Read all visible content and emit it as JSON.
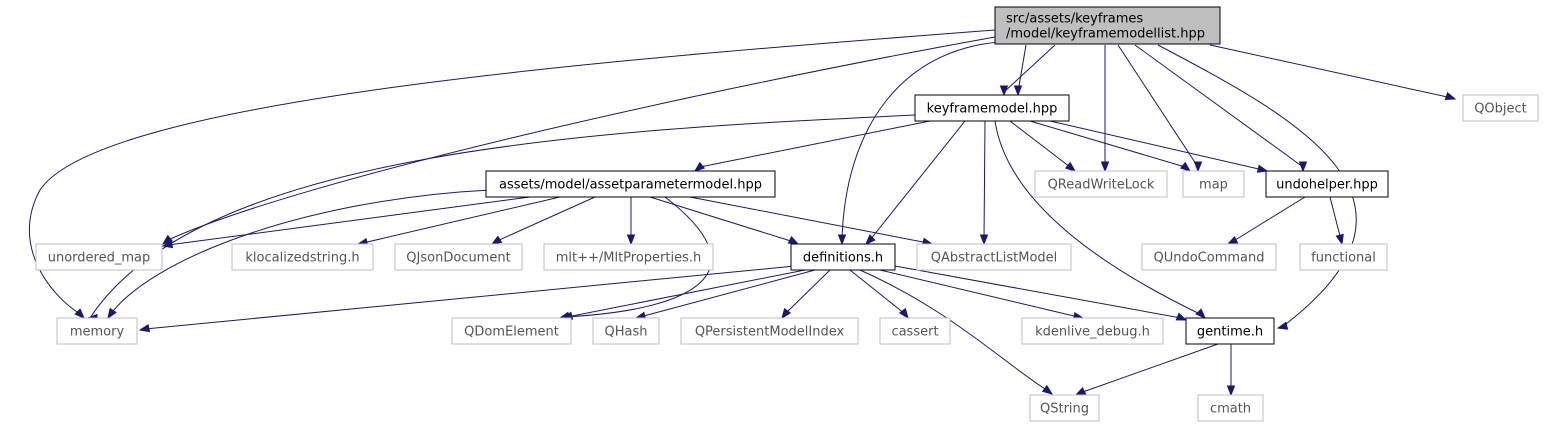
{
  "colors": {
    "edge": "#191970",
    "internal_border": "#000000",
    "external_border": "#bfbfbf",
    "root_fill": "#bfbfbf",
    "external_text": "#555555"
  },
  "nodes": {
    "root": "src/assets/keyframes\n/model/keyframemodellist.hpp",
    "keyframemodel": "keyframemodel.hpp",
    "qobject": "QObject",
    "assetparametermodel": "assets/model/assetparametermodel.hpp",
    "qreadwritelock": "QReadWriteLock",
    "map": "map",
    "undohelper": "undohelper.hpp",
    "unordered_map": "unordered_map",
    "klocalizedstring": "klocalizedstring.h",
    "qjsondocument": "QJsonDocument",
    "mltproperties": "mlt++/MltProperties.h",
    "definitions": "definitions.h",
    "qabstractlistmodel": "QAbstractListModel",
    "qundocommand": "QUndoCommand",
    "functional": "functional",
    "memory": "memory",
    "qdomelement": "QDomElement",
    "qhash": "QHash",
    "qpersistentmodelindex": "QPersistentModelIndex",
    "cassert": "cassert",
    "kdenlive_debug": "kdenlive_debug.h",
    "gentime": "gentime.h",
    "qstring": "QString",
    "cmath": "cmath"
  }
}
